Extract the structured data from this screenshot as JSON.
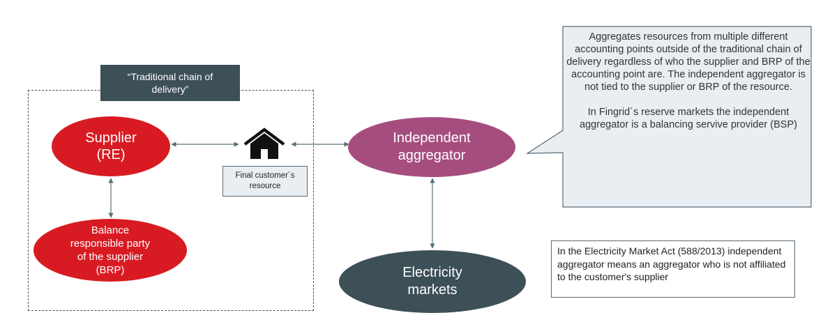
{
  "traditional_chain": {
    "label": "“Traditional chain of delivery”"
  },
  "supplier": {
    "label": "Supplier\n(RE)"
  },
  "brp": {
    "label": "Balance\nresponsible party\nof the supplier\n(BRP)"
  },
  "resource": {
    "label": "Final customer´s resource",
    "icon": "house-icon"
  },
  "aggregator": {
    "label": "Independent\naggregator"
  },
  "markets": {
    "label": "Electricity\nmarkets"
  },
  "callout": {
    "paragraph1": "Aggregates resources from multiple different accounting points outside of the traditional chain of delivery regardless of who the supplier and BRP of the accounting point are. The independent aggregator is not tied to the supplier or BRP of the resource.",
    "paragraph2": "In Fingrid´s reserve markets the independent aggregator is a balancing servive provider (BSP)"
  },
  "act_note": {
    "text": "In the Electricity Market Act (588/2013) independent aggregator means an aggregator who is not affiliated to the customer's supplier"
  },
  "colors": {
    "supplier": "#d81b23",
    "aggregator": "#a64d80",
    "dark": "#3d4f57",
    "callout_fill": "#e9eef2",
    "arrow": "#5a7078"
  }
}
